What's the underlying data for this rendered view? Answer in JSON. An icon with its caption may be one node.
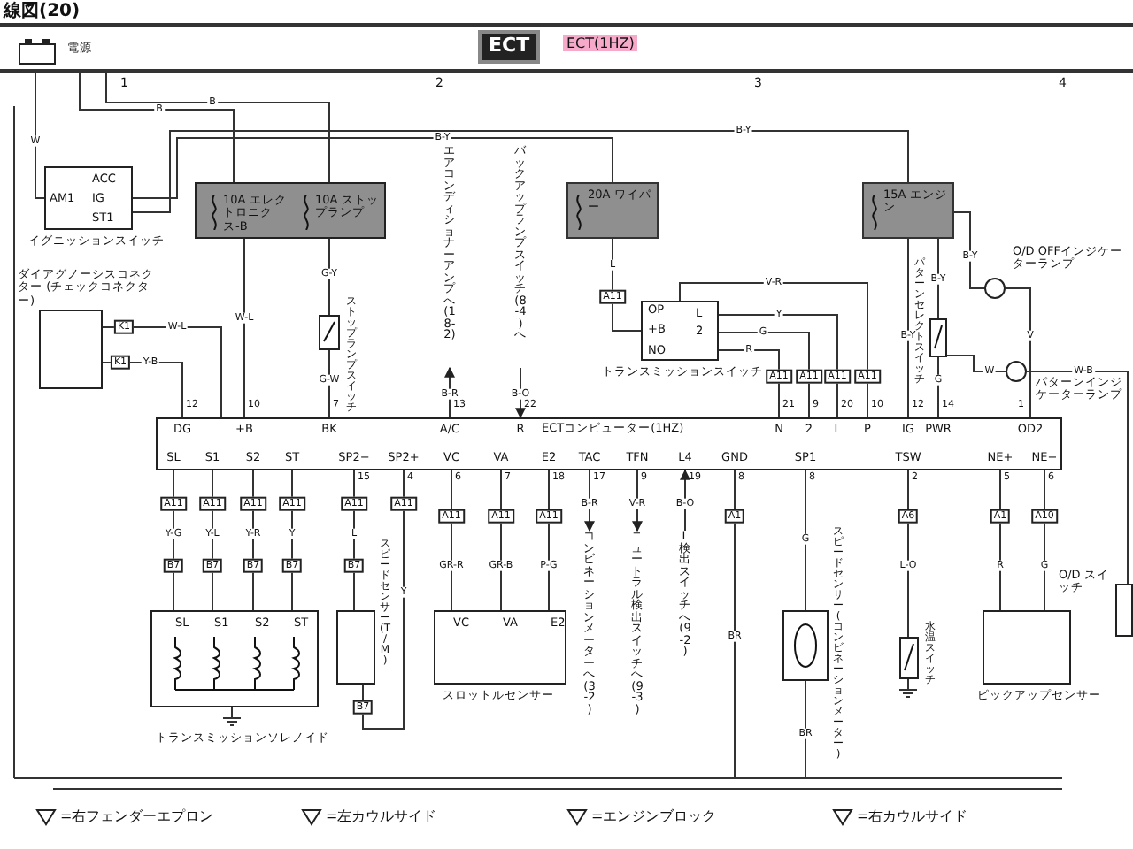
{
  "diagram": {
    "nodes": [
      {
        "text": [
          "電源"
        ]
      },
      {
        "text": [
          "AM1",
          "ACC",
          "IG",
          "ST1"
        ],
        "beside": [
          "イグニッションスイッチ"
        ]
      },
      {
        "text": [],
        "shape": "box"
      },
      {
        "text": [
          "10A エレクトロニクス-B"
        ],
        "in": 2
      },
      {
        "text": [
          "10A ストップランプ"
        ],
        "in": 2
      },
      {
        "text": [
          "20A ワイパー"
        ]
      },
      {
        "text": [
          "15A エンジン"
        ]
      },
      {
        "text": [],
        "shape": "box",
        "beside": [
          "ダイアグノーシスコネクター (チェックコネクター)"
        ]
      },
      {
        "text": [],
        "shape": "box",
        "beside": [
          "ストップランプスイッチ"
        ]
      },
      {
        "text": [
          "OP",
          "+B",
          "L",
          "2",
          "NO"
        ],
        "beside": [
          "トランスミッションスイッチ"
        ]
      },
      {
        "text": [],
        "shape": "circle",
        "beside": [
          "O/D OFFインジケーターランプ"
        ]
      },
      {
        "text": [],
        "shape": "box",
        "beside": [
          "パターンセレクトスイッチ"
        ]
      },
      {
        "text": [],
        "shape": "circle",
        "beside": [
          "パターンインジケーターランプ"
        ]
      },
      {
        "text": [
          "ECTコンピューター(1HZ)"
        ]
      },
      {
        "text": [
          "SL",
          "S1",
          "S2",
          "ST"
        ],
        "beside": [
          "トランスミッションソレノイド"
        ]
      },
      {
        "text": [],
        "shape": "box",
        "beside": [
          "スピードセンサー (T/M)"
        ]
      },
      {
        "text": [
          "VC",
          "VA",
          "E2"
        ],
        "beside": [
          "スロットルセンサー"
        ]
      },
      {
        "text": [],
        "shape": "box",
        "beside": [
          "スピードセンサー (コンビネーションメーター)"
        ]
      },
      {
        "text": [],
        "shape": "box",
        "beside": [
          "水温スイッチ"
        ]
      },
      {
        "text": [],
        "shape": "box",
        "beside": [
          "ピックアップセンサー"
        ]
      },
      {
        "text": [],
        "shape": "box",
        "beside": [
          "O/D スイッチ"
        ]
      },
      {
        "text": [
          "エアコンディショナーアンプへ (18-2)"
        ]
      },
      {
        "text": [
          "バックアップランプスイッチ(8-4)へ"
        ]
      },
      {
        "text": [
          "コンビネーションメーターへ (3-2)"
        ]
      },
      {
        "text": [
          "ニュートラル検出スイッチへ (9-3)"
        ]
      },
      {
        "text": [
          "L検出スイッチへ (9-2)"
        ]
      }
    ],
    "edges": [
      {
        "from": 0,
        "to": 1,
        "arrow": "none",
        "label": "W"
      },
      {
        "from": 0,
        "to": 3,
        "arrow": "none",
        "label": "B"
      },
      {
        "from": 0,
        "to": 4,
        "arrow": "none",
        "label": "B"
      },
      {
        "from": 1,
        "to": 5,
        "arrow": "none",
        "label": "B-Y"
      },
      {
        "from": 1,
        "to": 6,
        "arrow": "none",
        "label": "B-Y"
      },
      {
        "from": 3,
        "to": 13,
        "arrow": "none",
        "label": "W-L"
      },
      {
        "from": 4,
        "to": 8,
        "arrow": "none",
        "label": "G-Y"
      },
      {
        "from": 8,
        "to": 13,
        "arrow": "none",
        "label": "G-W"
      },
      {
        "from": 7,
        "to": 13,
        "arrow": "none",
        "label": "W-L"
      },
      {
        "from": 7,
        "to": 13,
        "arrow": "none",
        "label": "Y-B"
      },
      {
        "from": 5,
        "to": 9,
        "arrow": "none",
        "label": "L"
      },
      {
        "from": 9,
        "to": 13,
        "arrow": "none",
        "label": "R"
      },
      {
        "from": 9,
        "to": 13,
        "arrow": "none",
        "label": "G"
      },
      {
        "from": 9,
        "to": 13,
        "arrow": "none",
        "label": "Y"
      },
      {
        "from": 9,
        "to": 13,
        "arrow": "none",
        "label": "V-R"
      },
      {
        "from": 6,
        "to": 13,
        "arrow": "none",
        "label": "B-Y"
      },
      {
        "from": 6,
        "to": 11,
        "arrow": "none",
        "label": "B-Y"
      },
      {
        "from": 11,
        "to": 13,
        "arrow": "none",
        "label": "G"
      },
      {
        "from": 6,
        "to": 10,
        "arrow": "none",
        "label": "B-Y"
      },
      {
        "from": 10,
        "to": 13,
        "arrow": "none",
        "label": "V"
      },
      {
        "from": 11,
        "to": 12,
        "arrow": "none",
        "label": "W"
      },
      {
        "from": 12,
        "to": 20,
        "arrow": "none",
        "label": "W-B"
      },
      {
        "from": 13,
        "to": 21,
        "arrow": "to",
        "label": "B-R"
      },
      {
        "from": 22,
        "to": 13,
        "arrow": "to",
        "label": "B-O"
      },
      {
        "from": 13,
        "to": 23,
        "arrow": "to",
        "label": "B-R"
      },
      {
        "from": 13,
        "to": 24,
        "arrow": "to",
        "label": "V-R"
      },
      {
        "from": 25,
        "to": 13,
        "arrow": "to",
        "label": "B-O"
      },
      {
        "from": 14,
        "to": 13,
        "arrow": "none",
        "label": "Y-G"
      },
      {
        "from": 14,
        "to": 13,
        "arrow": "none",
        "label": "Y-L"
      },
      {
        "from": 14,
        "to": 13,
        "arrow": "none",
        "label": "Y-R"
      },
      {
        "from": 14,
        "to": 13,
        "arrow": "none",
        "label": "Y"
      },
      {
        "from": 15,
        "to": 13,
        "arrow": "none",
        "label": "L"
      },
      {
        "from": 15,
        "to": 13,
        "arrow": "none",
        "label": "Y"
      },
      {
        "from": 16,
        "to": 13,
        "arrow": "none",
        "label": "GR-R"
      },
      {
        "from": 16,
        "to": 13,
        "arrow": "none",
        "label": "GR-B"
      },
      {
        "from": 16,
        "to": 13,
        "arrow": "none",
        "label": "P-G"
      },
      {
        "from": 13,
        "to": null,
        "arrow": "none",
        "label": "BR"
      },
      {
        "from": 13,
        "to": 17,
        "arrow": "none",
        "label": "G"
      },
      {
        "from": 17,
        "to": null,
        "arrow": "none",
        "label": "BR"
      },
      {
        "from": 18,
        "to": 13,
        "arrow": "none",
        "label": "L-O"
      },
      {
        "from": 19,
        "to": 13,
        "arrow": "none",
        "label": "R"
      },
      {
        "from": 19,
        "to": 13,
        "arrow": "none",
        "label": "G"
      }
    ],
    "labels": [
      "線図(20)",
      "ECT",
      "ECT(1HZ)",
      "1",
      "2",
      "3",
      "4",
      "DG",
      "12",
      "+B",
      "10",
      "BK",
      "7",
      "A/C",
      "13",
      "R",
      "22",
      "N",
      "21",
      "2",
      "9",
      "L",
      "20",
      "P",
      "10",
      "IG",
      "12",
      "PWR",
      "14",
      "OD2",
      "1",
      "SL",
      "S1",
      "S2",
      "ST",
      "SP2−",
      "15",
      "SP2+",
      "4",
      "VC",
      "6",
      "VA",
      "7",
      "E2",
      "18",
      "TAC",
      "17",
      "TFN",
      "9",
      "L4",
      "19",
      "GND",
      "8",
      "SP1",
      "8",
      "TSW",
      "2",
      "NE+",
      "5",
      "NE−",
      "6",
      "K1",
      "K1",
      "A11",
      "A11",
      "A11",
      "A11",
      "A11",
      "A11",
      "A11",
      "A11",
      "A11",
      "B7",
      "B7",
      "B7",
      "B7",
      "A11",
      "B7",
      "A11",
      "B7",
      "A11",
      "A11",
      "A11",
      "A1",
      "A6",
      "A1",
      "A10"
    ],
    "legend": [
      {
        "text": "=右フェンダーエプロン"
      },
      {
        "text": "=左カウルサイド"
      },
      {
        "text": "=エンジンブロック"
      },
      {
        "text": "=右カウルサイド"
      }
    ]
  }
}
